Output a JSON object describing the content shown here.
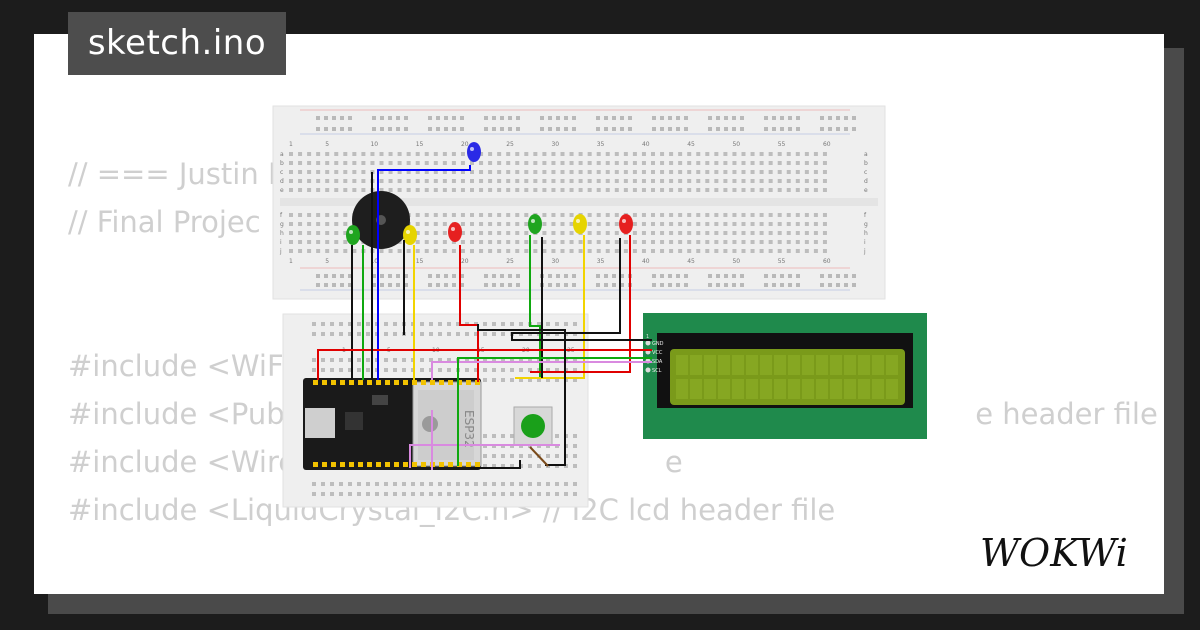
{
  "file_tab": {
    "title": "sketch.ino"
  },
  "code_lines": [
    "// === Justin B",
    "// Final Projec",
    "",
    "",
    "#include <WiFi",
    "#include <Pub                                         T pu                           e header file",
    "#include <Wire                                        e",
    "#include <LiquidCrystal_I2C.h> // I2C lcd header file"
  ],
  "breadboard": {
    "column_numbers": [
      "1",
      "5",
      "10",
      "15",
      "20",
      "25",
      "30",
      "35",
      "40",
      "45",
      "50",
      "55",
      "60"
    ],
    "row_letters_top": [
      "a",
      "b",
      "c",
      "d",
      "e"
    ],
    "row_letters_bottom": [
      "f",
      "g",
      "h",
      "i",
      "j"
    ]
  },
  "mini_breadboard": {
    "column_numbers": [
      "1",
      "5",
      "10",
      "15",
      "20",
      "25"
    ]
  },
  "esp32": {
    "label": "ESP32"
  },
  "lcd": {
    "pins": [
      "GND",
      "VCC",
      "SDA",
      "SCL"
    ],
    "pin_index": "1"
  },
  "logo": {
    "text": "WOKWi"
  },
  "colors": {
    "background": "#1c1c1c",
    "card": "#ffffff",
    "tab": "#4d4d4d",
    "code_text": "#cfcfcf",
    "lcd_pcb": "#1f8a4c",
    "lcd_screen": "#7a9a1a",
    "wire_red": "#e00000",
    "wire_black": "#111111",
    "wire_blue": "#0000ff",
    "wire_yellow": "#f2d400",
    "wire_green": "#0fa80f",
    "wire_violet": "#d98ae0"
  }
}
